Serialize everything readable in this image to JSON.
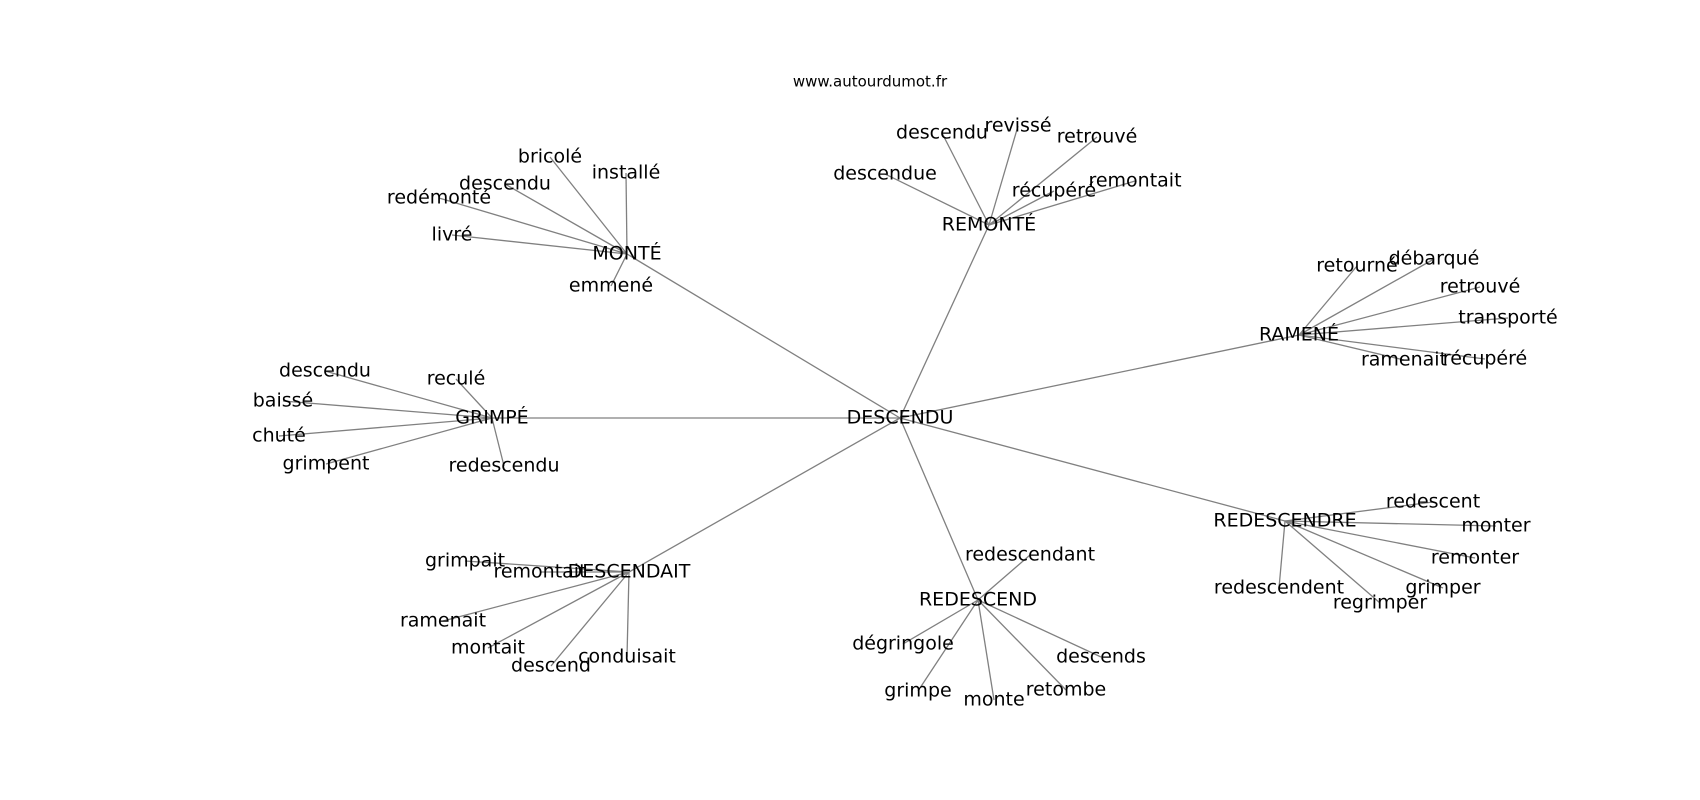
{
  "site_url": "www.autourdumot.fr",
  "edge_color": "#808080",
  "text_color": "#000000",
  "center": {
    "label": "DESCENDU"
  },
  "groups": [
    {
      "id": "monte",
      "label": "MONTÉ",
      "leaves": [
        "bricolé",
        "installé",
        "descendu",
        "redémonté",
        "livré",
        "emmené"
      ]
    },
    {
      "id": "remonte",
      "label": "REMONTÉ",
      "leaves": [
        "descendu",
        "revissé",
        "retrouvé",
        "remontait",
        "récupéré",
        "descendue"
      ]
    },
    {
      "id": "ramene",
      "label": "RAMENÉ",
      "leaves": [
        "retourné",
        "débarqué",
        "retrouvé",
        "transporté",
        "récupéré",
        "ramenait"
      ]
    },
    {
      "id": "redescendre",
      "label": "REDESCENDRE",
      "leaves": [
        "redescent",
        "monter",
        "remonter",
        "grimper",
        "regrimper",
        "redescendent"
      ]
    },
    {
      "id": "redescend",
      "label": "REDESCEND",
      "leaves": [
        "redescendant",
        "dégringole",
        "grimpe",
        "monte",
        "retombe",
        "descends"
      ]
    },
    {
      "id": "descendait",
      "label": "DESCENDAIT",
      "leaves": [
        "grimpait",
        "remontait",
        "ramenait",
        "montait",
        "descend",
        "conduisait"
      ]
    },
    {
      "id": "grimpe",
      "label": "GRIMPÉ",
      "leaves": [
        "descendu",
        "reculé",
        "baissé",
        "chuté",
        "grimpent",
        "redescendu"
      ]
    }
  ]
}
